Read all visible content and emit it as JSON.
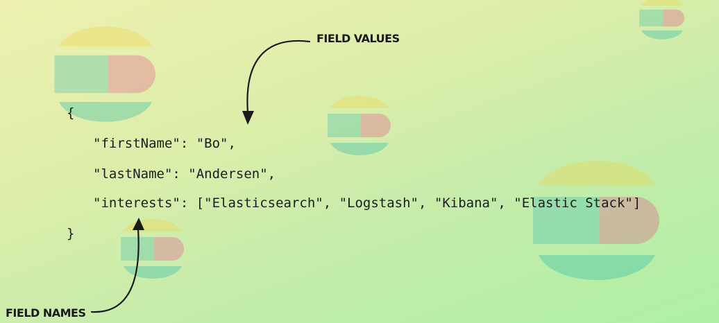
{
  "annotations": {
    "field_values": "FIELD VALUES",
    "field_names": "FIELD NAMES"
  },
  "code": {
    "open_brace": "{",
    "lines": [
      "\"firstName\": \"Bo\",",
      "\"lastName\": \"Andersen\",",
      "\"interests\": [\"Elasticsearch\", \"Logstash\", \"Kibana\", \"Elastic Stack\"]"
    ],
    "close_brace": "}"
  },
  "colors": {
    "logo_yellow": "#f3d33f",
    "logo_pink": "#e3528f",
    "logo_teal": "#1fb5aa",
    "logo_green": "#8cc63f",
    "logo_blue": "#3ebeb0"
  },
  "decorations": {
    "background_icon": "elastic-logo-icon"
  }
}
